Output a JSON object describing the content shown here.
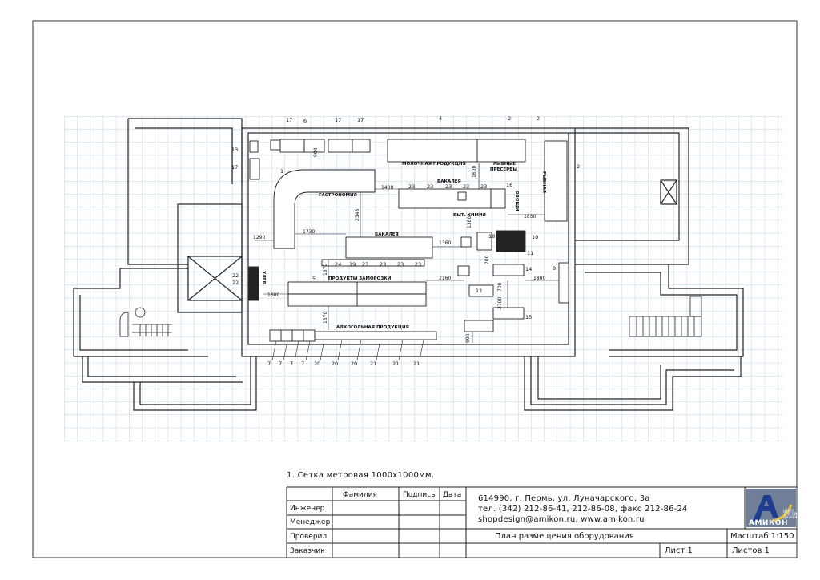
{
  "labels": {
    "gastronomy": "ГАСТРОНОМИЯ",
    "grocery1": "БАКАЛЕЯ",
    "grocery2": "БАКАЛЕЯ",
    "dairy": "МОЛОЧНАЯ ПРОДУКЦИЯ",
    "fish1": "РЫБНЫЕ",
    "fish2": "ПРЕСЕРВЫ",
    "household": "БЫТ. ХИМИЯ",
    "frozen": "ПРОДУКТЫ ЗАМОРОЗКИ",
    "alcohol": "АЛКОГОЛЬНАЯ ПРОДУКЦИЯ",
    "bread": "ХЛЕБ",
    "vegetables": "ОВОЩИ",
    "fish_side": "РЫБНАЯ"
  },
  "dims": {
    "d904": "904",
    "d1400": "1400",
    "d1600a": "1600",
    "d2348": "2348",
    "d1730": "1730",
    "d1290": "1290",
    "d1380": "1380",
    "d1360": "1360",
    "d1850": "1850",
    "d1370a": "1370",
    "d1600b": "1600",
    "d2160": "2160",
    "d1800": "1800",
    "d1370b": "1370",
    "d990": "990",
    "d700a": "700",
    "d700b": "700",
    "d2700": "2700"
  },
  "marks": {
    "m17a": "17",
    "m6": "6",
    "m17b": "17",
    "m17c": "17",
    "m4": "4",
    "m2a": "2",
    "m2b": "2",
    "m2c": "2",
    "m13": "13",
    "m17d": "17",
    "m1": "1",
    "m23a": "23",
    "m23b": "23",
    "m23c": "23",
    "m23d": "23",
    "m23e": "23",
    "m16": "16",
    "m18": "18",
    "m10": "10",
    "m11": "11",
    "m14": "14",
    "m8": "8",
    "m12": "12",
    "m15": "15",
    "m24": "24",
    "m19": "19",
    "m23f": "23",
    "m23g": "23",
    "m23h": "23",
    "m23i": "23",
    "m22a": "22",
    "m22b": "22",
    "m5": "5",
    "b7a": "7",
    "b7b": "7",
    "b7c": "7",
    "b7d": "7",
    "b20a": "20",
    "b20b": "20",
    "b20c": "20",
    "b21a": "21",
    "b21b": "21",
    "b21c": "21"
  },
  "note": "1. Сетка метровая 1000х1000мм.",
  "title_block": {
    "col_family": "Фамилия",
    "col_signature": "Подпись",
    "col_date": "Дата",
    "row_engineer": "Инженер",
    "row_manager": "Менеджер",
    "row_checked": "Проверил",
    "row_customer": "Заказчик",
    "address": "614990, г. Пермь, ул. Луначарского, 3а",
    "phone": "тел. (342) 212-86-41, 212-86-08, факс 212-86-24",
    "web": "shopdesign@amikon.ru, www.amikon.ru",
    "drawing_title": "План размещения оборудования",
    "scale": "Масштаб 1:150",
    "sheet": "Лист 1",
    "sheets": "Листов 1"
  },
  "logo": {
    "word": "АМИКОН",
    "subtitle": "ЦЕНТР ТОРГОВОГО ДИЗАЙНА",
    "color": "#6f7f9a"
  }
}
